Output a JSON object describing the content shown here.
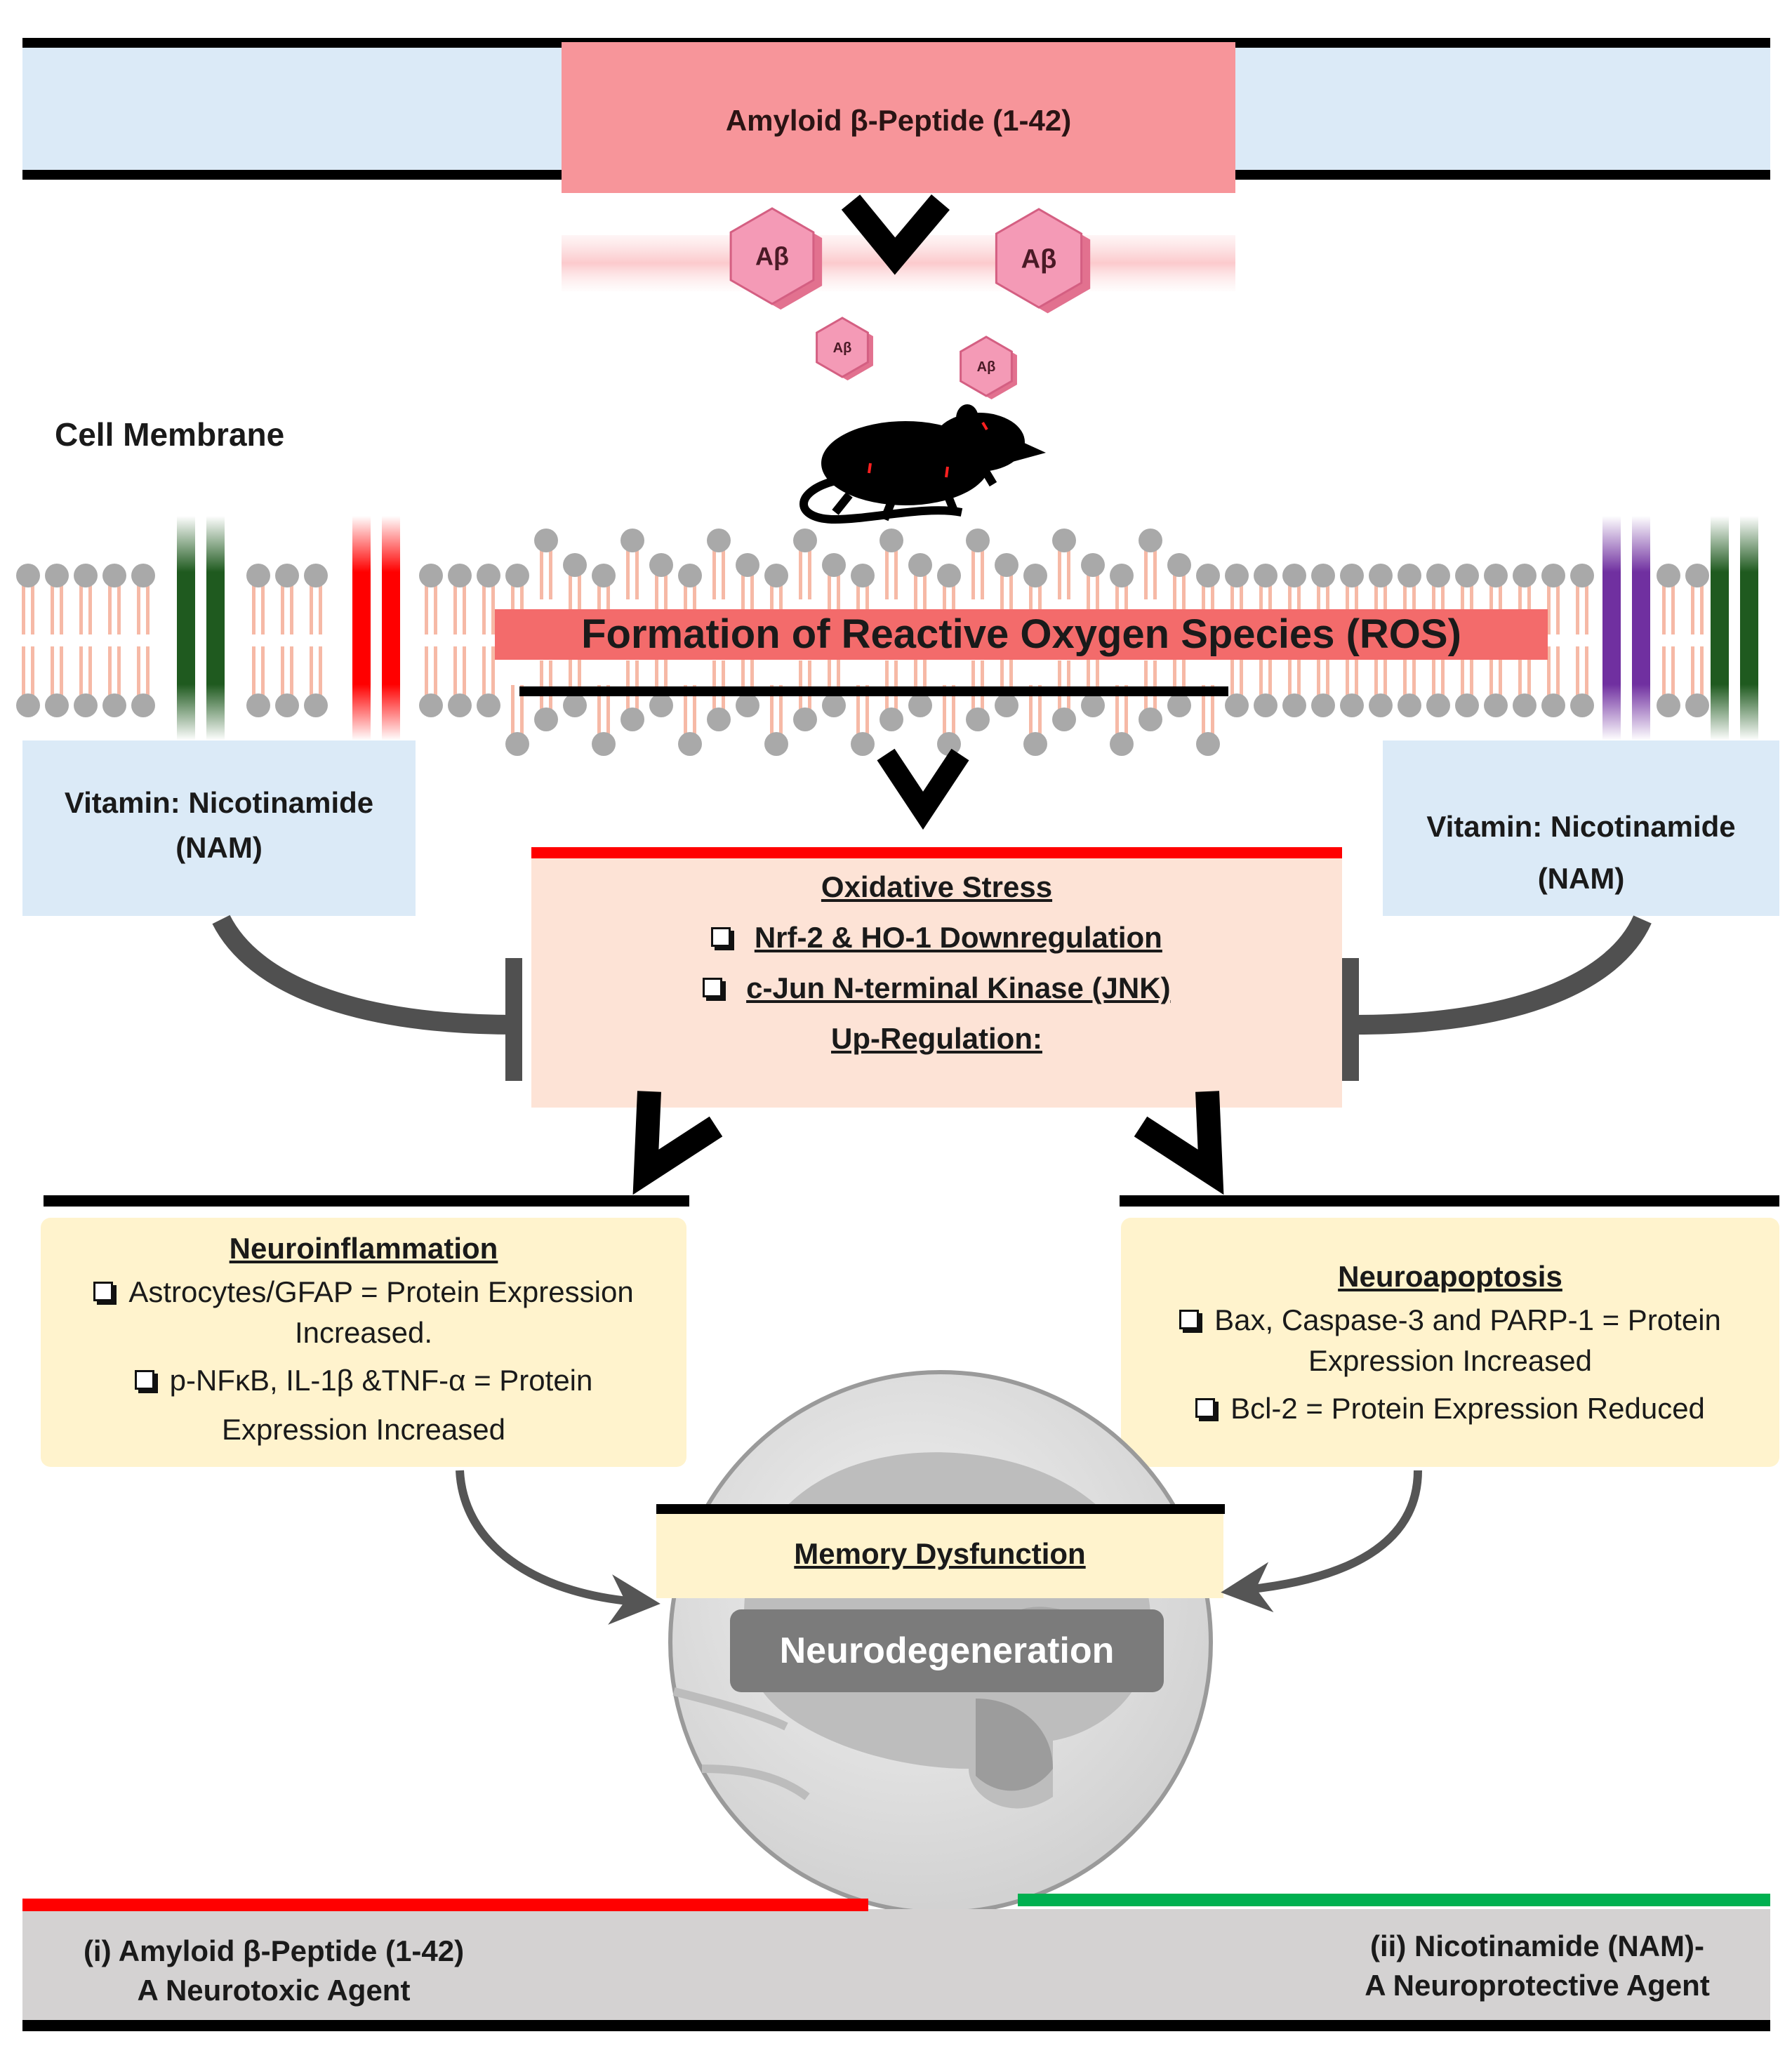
{
  "peptide_label": "Amyloid  β-Peptide  (1-42)",
  "ab_label": "Aβ",
  "membrane_label": "Cell Membrane",
  "ros_label": "Formation of Reactive Oxygen Species (ROS)",
  "vitamin_left": {
    "line1": "Vitamin:  Nicotinamide",
    "line2": "(NAM)"
  },
  "vitamin_right": {
    "line1": "Vitamin:  Nicotinamide",
    "line2": "(NAM)"
  },
  "oxidative": {
    "title": "Oxidative  Stress",
    "item1": "Nrf-2  &  HO-1  Downregulation",
    "item2": "c-Jun  N-terminal  Kinase  (JNK)",
    "item3": "Up-Regulation:"
  },
  "neuroinflammation": {
    "title": "Neuroinflammation",
    "item1_line1": "Astrocytes/GFAP  =  Protein Expression",
    "item1_line2": "Increased.",
    "item2_line1": "p-NFκB,  IL-1β  &TNF-α  =   Protein",
    "item2_line2": "Expression  Increased"
  },
  "neuroapoptosis": {
    "title": "Neuroapoptosis",
    "item1_line1": "Bax, Caspase-3  and PARP-1 = Protein",
    "item1_line2": "Expression  Increased",
    "item2": "Bcl-2 = Protein Expression  Reduced"
  },
  "memory_label": "Memory  Dysfunction",
  "neurodegeneration_label": "Neurodegeneration",
  "footer_left": {
    "line1": "(i)  Amyloid  β-Peptide  (1-42)",
    "line2": "A Neurotoxic  Agent"
  },
  "footer_right": {
    "line1": "(ii)  Nicotinamide  (NAM)-",
    "line2": "A Neuroprotective  Agent"
  },
  "colors": {
    "light_blue": "#dbeaf7",
    "peptide_pink": "#f7959a",
    "ros_red": "#f36b6b",
    "oxidative_fill": "#fde3d6",
    "yellow_box": "#fff3cd",
    "footer_gray": "#d4d2d2",
    "red_line": "#ff0000",
    "green_line": "#00b050",
    "dark_green": "#1f5a1f",
    "purple": "#7030a0",
    "inhibit_gray": "#505050"
  },
  "icons": [
    "amyloid-hexagon-icon",
    "down-chevron-icon",
    "mouse-icon",
    "brain-icon",
    "inhibition-arc-icon",
    "curved-arrow-icon",
    "checkbox-bullet-icon"
  ]
}
